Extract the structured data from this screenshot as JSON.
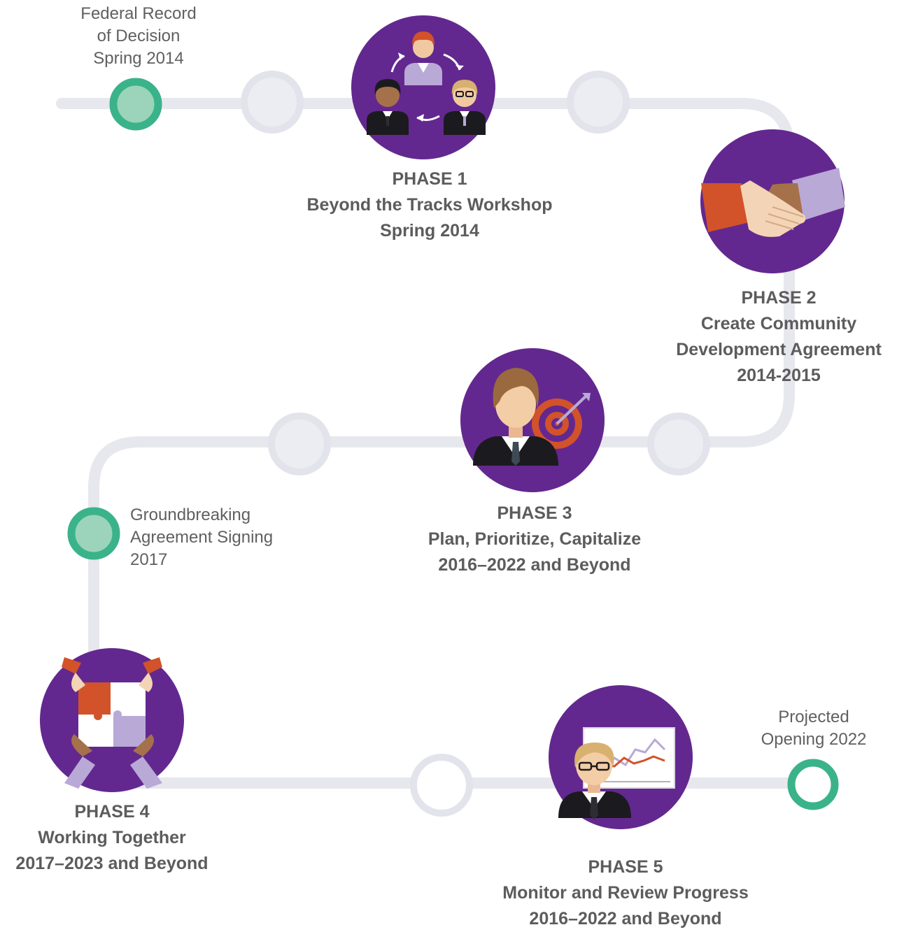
{
  "colors": {
    "path": "#e7e7ee",
    "node_fill": "#ececf3",
    "milestone_ring": "#3bb38a",
    "milestone_fill": "#9bd4ba",
    "phase_circle": "#63288f",
    "orange": "#d2522a",
    "lavender": "#b9a9d6",
    "suit": "#1b1b1f",
    "text": "#5c5c5e"
  },
  "milestones": [
    {
      "id": "record-of-decision",
      "lines": [
        "Federal Record",
        "of Decision",
        "Spring 2014"
      ]
    },
    {
      "id": "groundbreaking",
      "lines": [
        "Groundbreaking",
        "Agreement Signing",
        "2017"
      ]
    },
    {
      "id": "projected-opening",
      "lines": [
        "Projected",
        "Opening 2022"
      ]
    }
  ],
  "phases": [
    {
      "id": "phase-1",
      "icon": "team-cycle-icon",
      "lines": [
        "PHASE 1",
        "Beyond the Tracks Workshop",
        "Spring 2014"
      ]
    },
    {
      "id": "phase-2",
      "icon": "handshake-icon",
      "lines": [
        "PHASE 2",
        "Create Community",
        "Development Agreement",
        "2014-2015"
      ]
    },
    {
      "id": "phase-3",
      "icon": "target-person-icon",
      "lines": [
        "PHASE 3",
        "Plan, Prioritize, Capitalize",
        "2016–2022 and Beyond"
      ]
    },
    {
      "id": "phase-4",
      "icon": "puzzle-hands-icon",
      "lines": [
        "PHASE 4",
        "Working Together",
        "2017–2023 and Beyond"
      ]
    },
    {
      "id": "phase-5",
      "icon": "presentation-chart-icon",
      "lines": [
        "PHASE 5",
        "Monitor and Review Progress",
        "2016–2022 and Beyond"
      ]
    }
  ]
}
